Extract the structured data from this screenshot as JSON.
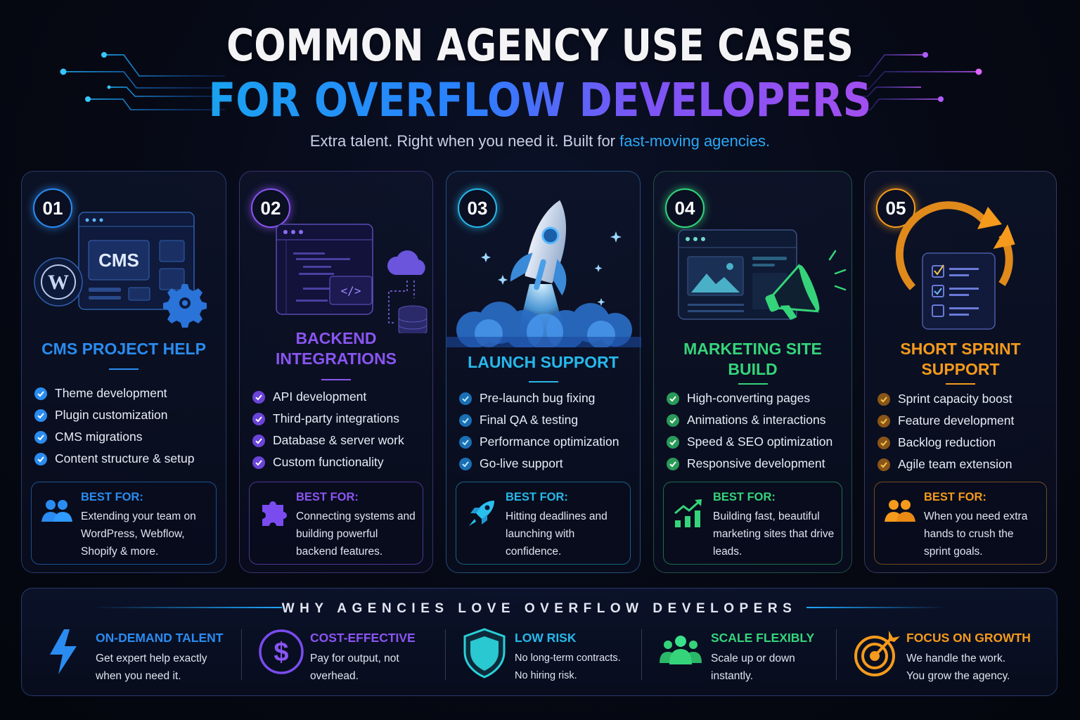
{
  "header": {
    "title_line1": "COMMON AGENCY USE CASES",
    "title_line2": "FOR OVERFLOW DEVELOPERS",
    "subtitle_plain": "Extra talent. Right when you need it. Built for ",
    "subtitle_highlight": "fast-moving agencies."
  },
  "colors": {
    "blue": "#2a8cf0",
    "purple": "#8a55f2",
    "cyan": "#27b8ea",
    "green": "#35d47a",
    "orange": "#f59a1c",
    "background": "#060914"
  },
  "cards": [
    {
      "number": "01",
      "title": "CMS PROJECT HELP",
      "illustration": "cms-browser-wordpress-gear-icon",
      "features": [
        "Theme development",
        "Plugin customization",
        "CMS migrations",
        "Content structure & setup"
      ],
      "best_for_label": "BEST FOR:",
      "best_for_icon": "team-users-icon",
      "best_for_text": "Extending your team on WordPress, Webflow, Shopify & more.",
      "illus_label": "CMS"
    },
    {
      "number": "02",
      "title": "BACKEND INTEGRATIONS",
      "illustration": "code-window-cloud-database-icon",
      "features": [
        "API development",
        "Third-party integrations",
        "Database & server work",
        "Custom functionality"
      ],
      "best_for_label": "BEST FOR:",
      "best_for_icon": "puzzle-piece-icon",
      "best_for_text": "Connecting systems and building powerful backend features.",
      "illus_label": "</>"
    },
    {
      "number": "03",
      "title": "LAUNCH SUPPORT",
      "illustration": "rocket-launch-icon",
      "features": [
        "Pre-launch bug fixing",
        "Final QA & testing",
        "Performance optimization",
        "Go-live support"
      ],
      "best_for_label": "BEST FOR:",
      "best_for_icon": "rocket-icon",
      "best_for_text": "Hitting deadlines and launching with confidence."
    },
    {
      "number": "04",
      "title": "MARKETING SITE BUILD",
      "illustration": "website-megaphone-icon",
      "features": [
        "High-converting pages",
        "Animations & interactions",
        "Speed & SEO optimization",
        "Responsive development"
      ],
      "best_for_label": "BEST FOR:",
      "best_for_icon": "growth-chart-icon",
      "best_for_text": "Building fast, beautiful marketing sites that drive leads."
    },
    {
      "number": "05",
      "title": "SHORT SPRINT SUPPORT",
      "illustration": "sprint-checklist-cycle-icon",
      "features": [
        "Sprint capacity boost",
        "Feature development",
        "Backlog reduction",
        "Agile team extension"
      ],
      "best_for_label": "BEST FOR:",
      "best_for_icon": "team-users-icon",
      "best_for_text": "When you need extra hands to crush the sprint goals."
    }
  ],
  "why": {
    "title": "WHY AGENCIES LOVE OVERFLOW DEVELOPERS",
    "items": [
      {
        "label": "ON-DEMAND TALENT",
        "line1": "Get expert help exactly",
        "line2": "when you need it.",
        "icon": "lightning-bolt-icon"
      },
      {
        "label": "COST-EFFECTIVE",
        "line1": "Pay for output, not",
        "line2": "overhead.",
        "icon": "dollar-coin-icon"
      },
      {
        "label": "LOW RISK",
        "line1": "No long-term contracts.",
        "line2": "No hiring risk.",
        "icon": "shield-icon"
      },
      {
        "label": "SCALE FLEXIBLY",
        "line1": "Scale up or down",
        "line2": "instantly.",
        "icon": "group-users-icon"
      },
      {
        "label": "FOCUS ON GROWTH",
        "line1": "We handle the work.",
        "line2": "You grow the agency.",
        "icon": "target-arrow-icon"
      }
    ]
  }
}
